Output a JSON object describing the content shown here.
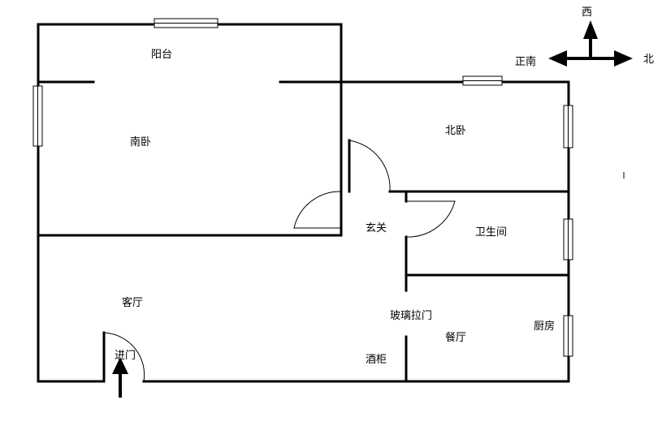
{
  "rooms": {
    "balcony": "阳台",
    "south_bedroom": "南卧",
    "north_bedroom": "北卧",
    "foyer": "玄关",
    "bathroom": "卫生间",
    "living_room": "客厅",
    "glass_door": "玻璃拉门",
    "dining_room": "餐厅",
    "kitchen": "厨房",
    "entrance": "进门",
    "wine_cabinet": "酒柜"
  },
  "compass": {
    "west": "西",
    "south": "正南",
    "north": "北"
  }
}
